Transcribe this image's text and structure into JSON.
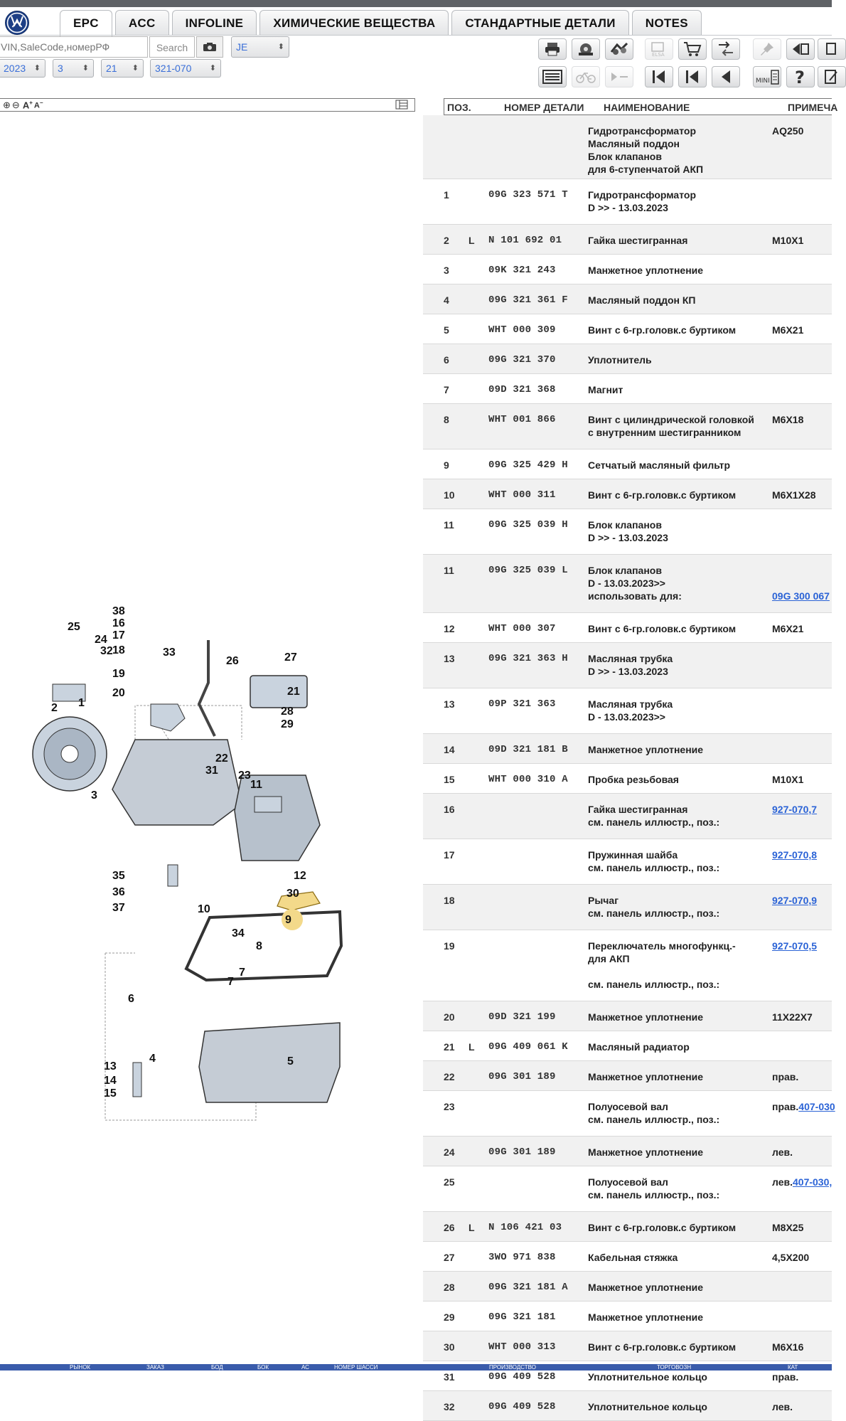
{
  "tabs": [
    {
      "label": "EPC",
      "active": true
    },
    {
      "label": "ACC",
      "active": false
    },
    {
      "label": "INFOLINE",
      "active": false
    },
    {
      "label": "ХИМИЧЕСКИЕ ВЕЩЕСТВА",
      "active": false
    },
    {
      "label": "СТАНДАРТНЫЕ ДЕТАЛИ",
      "active": false
    },
    {
      "label": "NOTES",
      "active": false
    }
  ],
  "search": {
    "placeholder": "VIN,SaleCode,номерРФ",
    "button_label": "Search",
    "market_value": "JE"
  },
  "filters": {
    "year": "2023",
    "main_group": "3",
    "sub_group": "21",
    "illustration": "321-070"
  },
  "table": {
    "headers": {
      "pos": "ПОЗ.",
      "part_number": "НОМЕР ДЕТАЛИ",
      "name": "НАИМЕНОВАНИЕ",
      "note": "ПРИМЕЧА"
    },
    "rows": [
      {
        "pos": "",
        "l": "",
        "num": "",
        "name": [
          "Гидротрансформатор",
          "Масляный поддон",
          "Блок клапанов",
          "для 6-ступенчатой АКП"
        ],
        "note": "AQ250",
        "link": false
      },
      {
        "pos": "1",
        "l": "",
        "num": "09G 323 571 T",
        "name": [
          "Гидротрансформатор",
          "D          >> - 13.03.2023"
        ],
        "note": "",
        "link": false
      },
      {
        "pos": "2",
        "l": "L",
        "num": "N   101 692 01",
        "name": [
          "Гайка шестигранная"
        ],
        "note": "M10X1",
        "link": false
      },
      {
        "pos": "3",
        "l": "",
        "num": "09K 321 243",
        "name": [
          "Манжетное уплотнение"
        ],
        "note": "",
        "link": false
      },
      {
        "pos": "4",
        "l": "",
        "num": "09G 321 361 F",
        "name": [
          "Масляный поддон КП"
        ],
        "note": "",
        "link": false
      },
      {
        "pos": "5",
        "l": "",
        "num": "WHT 000 309",
        "name": [
          "Винт с 6-гр.головк.с буртиком"
        ],
        "note": "M6X21",
        "link": false
      },
      {
        "pos": "6",
        "l": "",
        "num": "09G 321 370",
        "name": [
          "Уплотнитель"
        ],
        "note": "",
        "link": false
      },
      {
        "pos": "7",
        "l": "",
        "num": "09D 321 368",
        "name": [
          "Магнит"
        ],
        "note": "",
        "link": false
      },
      {
        "pos": "8",
        "l": "",
        "num": "WHT 001 866",
        "name": [
          "Винт с цилиндрической головкой",
          "с внутренним шестигранником"
        ],
        "note": "M6X18",
        "link": false
      },
      {
        "pos": "9",
        "l": "",
        "num": "09G 325 429 H",
        "name": [
          "Сетчатый масляный фильтр"
        ],
        "note": "",
        "link": false
      },
      {
        "pos": "10",
        "l": "",
        "num": "WHT 000 311",
        "name": [
          "Винт с 6-гр.головк.с буртиком"
        ],
        "note": "M6X1X28",
        "link": false
      },
      {
        "pos": "11",
        "l": "",
        "num": "09G 325 039 H",
        "name": [
          "Блок клапанов",
          "D          >> - 13.03.2023"
        ],
        "note": "",
        "link": false
      },
      {
        "pos": "11",
        "l": "",
        "num": "09G 325 039 L",
        "name": [
          "Блок клапанов",
          "D - 13.03.2023>>",
          "использовать для:"
        ],
        "note": "09G 300 067",
        "link": true,
        "note_line": 2
      },
      {
        "pos": "12",
        "l": "",
        "num": "WHT 000 307",
        "name": [
          "Винт с 6-гр.головк.с буртиком"
        ],
        "note": "M6X21",
        "link": false
      },
      {
        "pos": "13",
        "l": "",
        "num": "09G 321 363 H",
        "name": [
          "Масляная трубка",
          "D          >> - 13.03.2023"
        ],
        "note": "",
        "link": false
      },
      {
        "pos": "13",
        "l": "",
        "num": "09P 321 363",
        "name": [
          "Масляная трубка",
          "D - 13.03.2023>>"
        ],
        "note": "",
        "link": false
      },
      {
        "pos": "14",
        "l": "",
        "num": "09D 321 181 B",
        "name": [
          "Манжетное уплотнение"
        ],
        "note": "",
        "link": false
      },
      {
        "pos": "15",
        "l": "",
        "num": "WHT 000 310 A",
        "name": [
          "Пробка резьбовая"
        ],
        "note": "M10X1",
        "link": false
      },
      {
        "pos": "16",
        "l": "",
        "num": "",
        "name": [
          "Гайка шестигранная",
          "см. панель иллюстр., поз.:"
        ],
        "note": "927-070,7",
        "link": true
      },
      {
        "pos": "17",
        "l": "",
        "num": "",
        "name": [
          "Пружинная шайба",
          "см. панель иллюстр., поз.:"
        ],
        "note": "927-070,8",
        "link": true
      },
      {
        "pos": "18",
        "l": "",
        "num": "",
        "name": [
          "Рычаг",
          "см. панель иллюстр., поз.:"
        ],
        "note": "927-070,9",
        "link": true
      },
      {
        "pos": "19",
        "l": "",
        "num": "",
        "name": [
          "Переключатель многофункц.-",
          "для АКП",
          "",
          "см. панель иллюстр., поз.:"
        ],
        "note": "927-070,5",
        "link": true
      },
      {
        "pos": "20",
        "l": "",
        "num": "09D 321 199",
        "name": [
          "Манжетное уплотнение"
        ],
        "note": "11X22X7",
        "link": false
      },
      {
        "pos": "21",
        "l": "L",
        "num": "09G 409 061 K",
        "name": [
          "Масляный радиатор"
        ],
        "note": "",
        "link": false
      },
      {
        "pos": "22",
        "l": "",
        "num": "09G 301 189",
        "name": [
          "Манжетное уплотнение"
        ],
        "note": "прав.",
        "link": false
      },
      {
        "pos": "23",
        "l": "",
        "num": "",
        "name": [
          "Полуосевой вал",
          "см. панель иллюстр., поз.:"
        ],
        "note": "прав.",
        "note_link": "407-030",
        "link": false
      },
      {
        "pos": "24",
        "l": "",
        "num": "09G 301 189",
        "name": [
          "Манжетное уплотнение"
        ],
        "note": "лев.",
        "link": false
      },
      {
        "pos": "25",
        "l": "",
        "num": "",
        "name": [
          "Полуосевой вал",
          "см. панель иллюстр., поз.:"
        ],
        "note": "лев.",
        "note_link": "407-030,",
        "link": false
      },
      {
        "pos": "26",
        "l": "L",
        "num": "N   106 421 03",
        "name": [
          "Винт с 6-гр.головк.с буртиком"
        ],
        "note": "M8X25",
        "link": false
      },
      {
        "pos": "27",
        "l": "",
        "num": "3WO 971 838",
        "name": [
          "Кабельная стяжка"
        ],
        "note": "4,5X200",
        "link": false
      },
      {
        "pos": "28",
        "l": "",
        "num": "09G 321 181 A",
        "name": [
          "Манжетное уплотнение"
        ],
        "note": "",
        "link": false
      },
      {
        "pos": "29",
        "l": "",
        "num": "09G 321 181",
        "name": [
          "Манжетное уплотнение"
        ],
        "note": "",
        "link": false
      },
      {
        "pos": "30",
        "l": "",
        "num": "WHT 000 313",
        "name": [
          "Винт с 6-гр.головк.с буртиком"
        ],
        "note": "M6X16",
        "link": false
      },
      {
        "pos": "31",
        "l": "",
        "num": "09G 409 528",
        "name": [
          "Уплотнительное кольцо"
        ],
        "note": "прав.",
        "link": false
      },
      {
        "pos": "32",
        "l": "",
        "num": "09G 409 528",
        "name": [
          "Уплотнительное кольцо"
        ],
        "note": "лев.",
        "link": false
      }
    ]
  },
  "diagram_callouts": [
    "1",
    "2",
    "3",
    "4",
    "5",
    "6",
    "7",
    "7",
    "8",
    "9",
    "10",
    "11",
    "12",
    "13",
    "14",
    "15",
    "16",
    "17",
    "18",
    "19",
    "20",
    "21",
    "22",
    "23",
    "24",
    "25",
    "26",
    "27",
    "28",
    "29",
    "30",
    "31",
    "32",
    "33",
    "34",
    "35",
    "36",
    "37",
    "38"
  ],
  "statusbar": [
    "РЫНОК",
    "ЗАКАЗ",
    "БОД",
    "БОК",
    "АС",
    "НОМЕР ШАССИ",
    "ПРОИЗВОДСТВО",
    "ТОРГОВОЗН",
    "КАТ"
  ],
  "colors": {
    "accent": "#3a6fd8",
    "link": "#2b63d6",
    "status": "#3a5cab",
    "highlight": "#f3d98a"
  }
}
